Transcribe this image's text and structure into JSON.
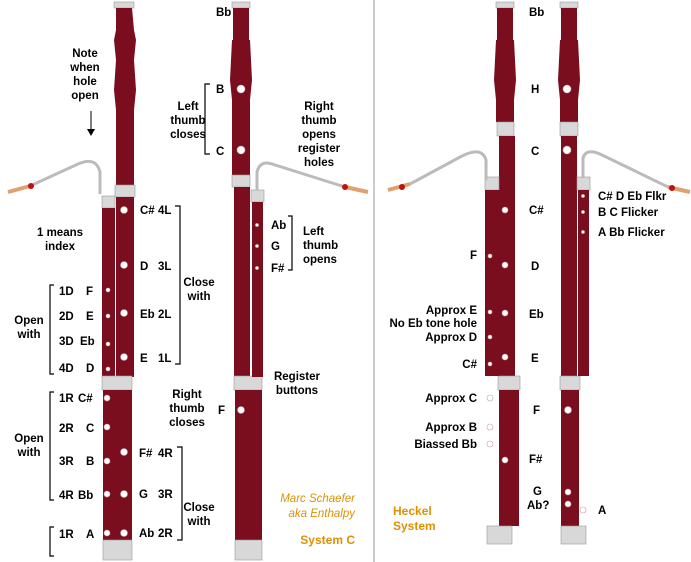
{
  "left_system": {
    "note_label": [
      "Note",
      "when",
      "hole",
      "open"
    ],
    "top_note": "Bb",
    "left_thumb_closes": [
      "Left",
      "thumb",
      "closes"
    ],
    "thumb_notes": [
      "B",
      "C"
    ],
    "right_thumb_opens": [
      "Right",
      "thumb",
      "opens",
      "register",
      "holes"
    ],
    "one_means_index": [
      "1 means",
      "index"
    ],
    "wing_notes": [
      {
        "note": "C#",
        "finger": "4L"
      },
      {
        "note": "D",
        "finger": "3L"
      },
      {
        "note": "Eb",
        "finger": "2L"
      },
      {
        "note": "E",
        "finger": "1L"
      }
    ],
    "close_with": [
      "Close",
      "with"
    ],
    "left_thumb_opens": [
      "Left",
      "thumb",
      "opens"
    ],
    "register_notes": [
      "Ab",
      "G",
      "F#"
    ],
    "open_with": [
      "Open",
      "with"
    ],
    "open_rows": [
      {
        "finger": "1D",
        "note": "F"
      },
      {
        "finger": "2D",
        "note": "E"
      },
      {
        "finger": "3D",
        "note": "Eb"
      },
      {
        "finger": "4D",
        "note": "D"
      }
    ],
    "register_buttons": [
      "Register",
      "buttons"
    ],
    "right_thumb_closes": [
      "Right",
      "thumb",
      "closes"
    ],
    "right_thumb_note": "F",
    "open_with_2": [
      "Open",
      "with"
    ],
    "bottom_open_rows": [
      {
        "finger": "1R",
        "note": "C#"
      },
      {
        "finger": "2R",
        "note": "C"
      },
      {
        "finger": "3R",
        "note": "B"
      },
      {
        "finger": "4R",
        "note": "Bb"
      }
    ],
    "bottom_row": {
      "finger": "1R",
      "note": "A"
    },
    "close_rows": [
      {
        "note": "F#",
        "finger": "4R"
      },
      {
        "note": "G",
        "finger": "3R"
      },
      {
        "note": "Ab",
        "finger": "2R"
      }
    ],
    "close_with_2": [
      "Close",
      "with"
    ],
    "author": [
      "Marc Schaefer",
      "aka Enthalpy"
    ],
    "system_name": "System C"
  },
  "right_system": {
    "top_note": "Bb",
    "notes_right_col": [
      "H",
      "C",
      "C#",
      "D",
      "Eb",
      "E",
      "F",
      "F#"
    ],
    "bottom_labels": [
      "G",
      "Ab?"
    ],
    "bottom_note": "A",
    "wing_labels": [
      "F",
      "Approx E",
      "No Eb tone hole",
      "Approx D",
      "C#",
      "Approx C",
      "Approx B",
      "Biassed Bb"
    ],
    "flickers": [
      "C# D Eb Flkr",
      "B C Flicker",
      "A Bb Flicker"
    ],
    "system_name": [
      "Heckel",
      "System"
    ]
  },
  "colors": {
    "wood": "#7a0e1e",
    "band": "#d8d8d8",
    "accent": "#e09000"
  }
}
